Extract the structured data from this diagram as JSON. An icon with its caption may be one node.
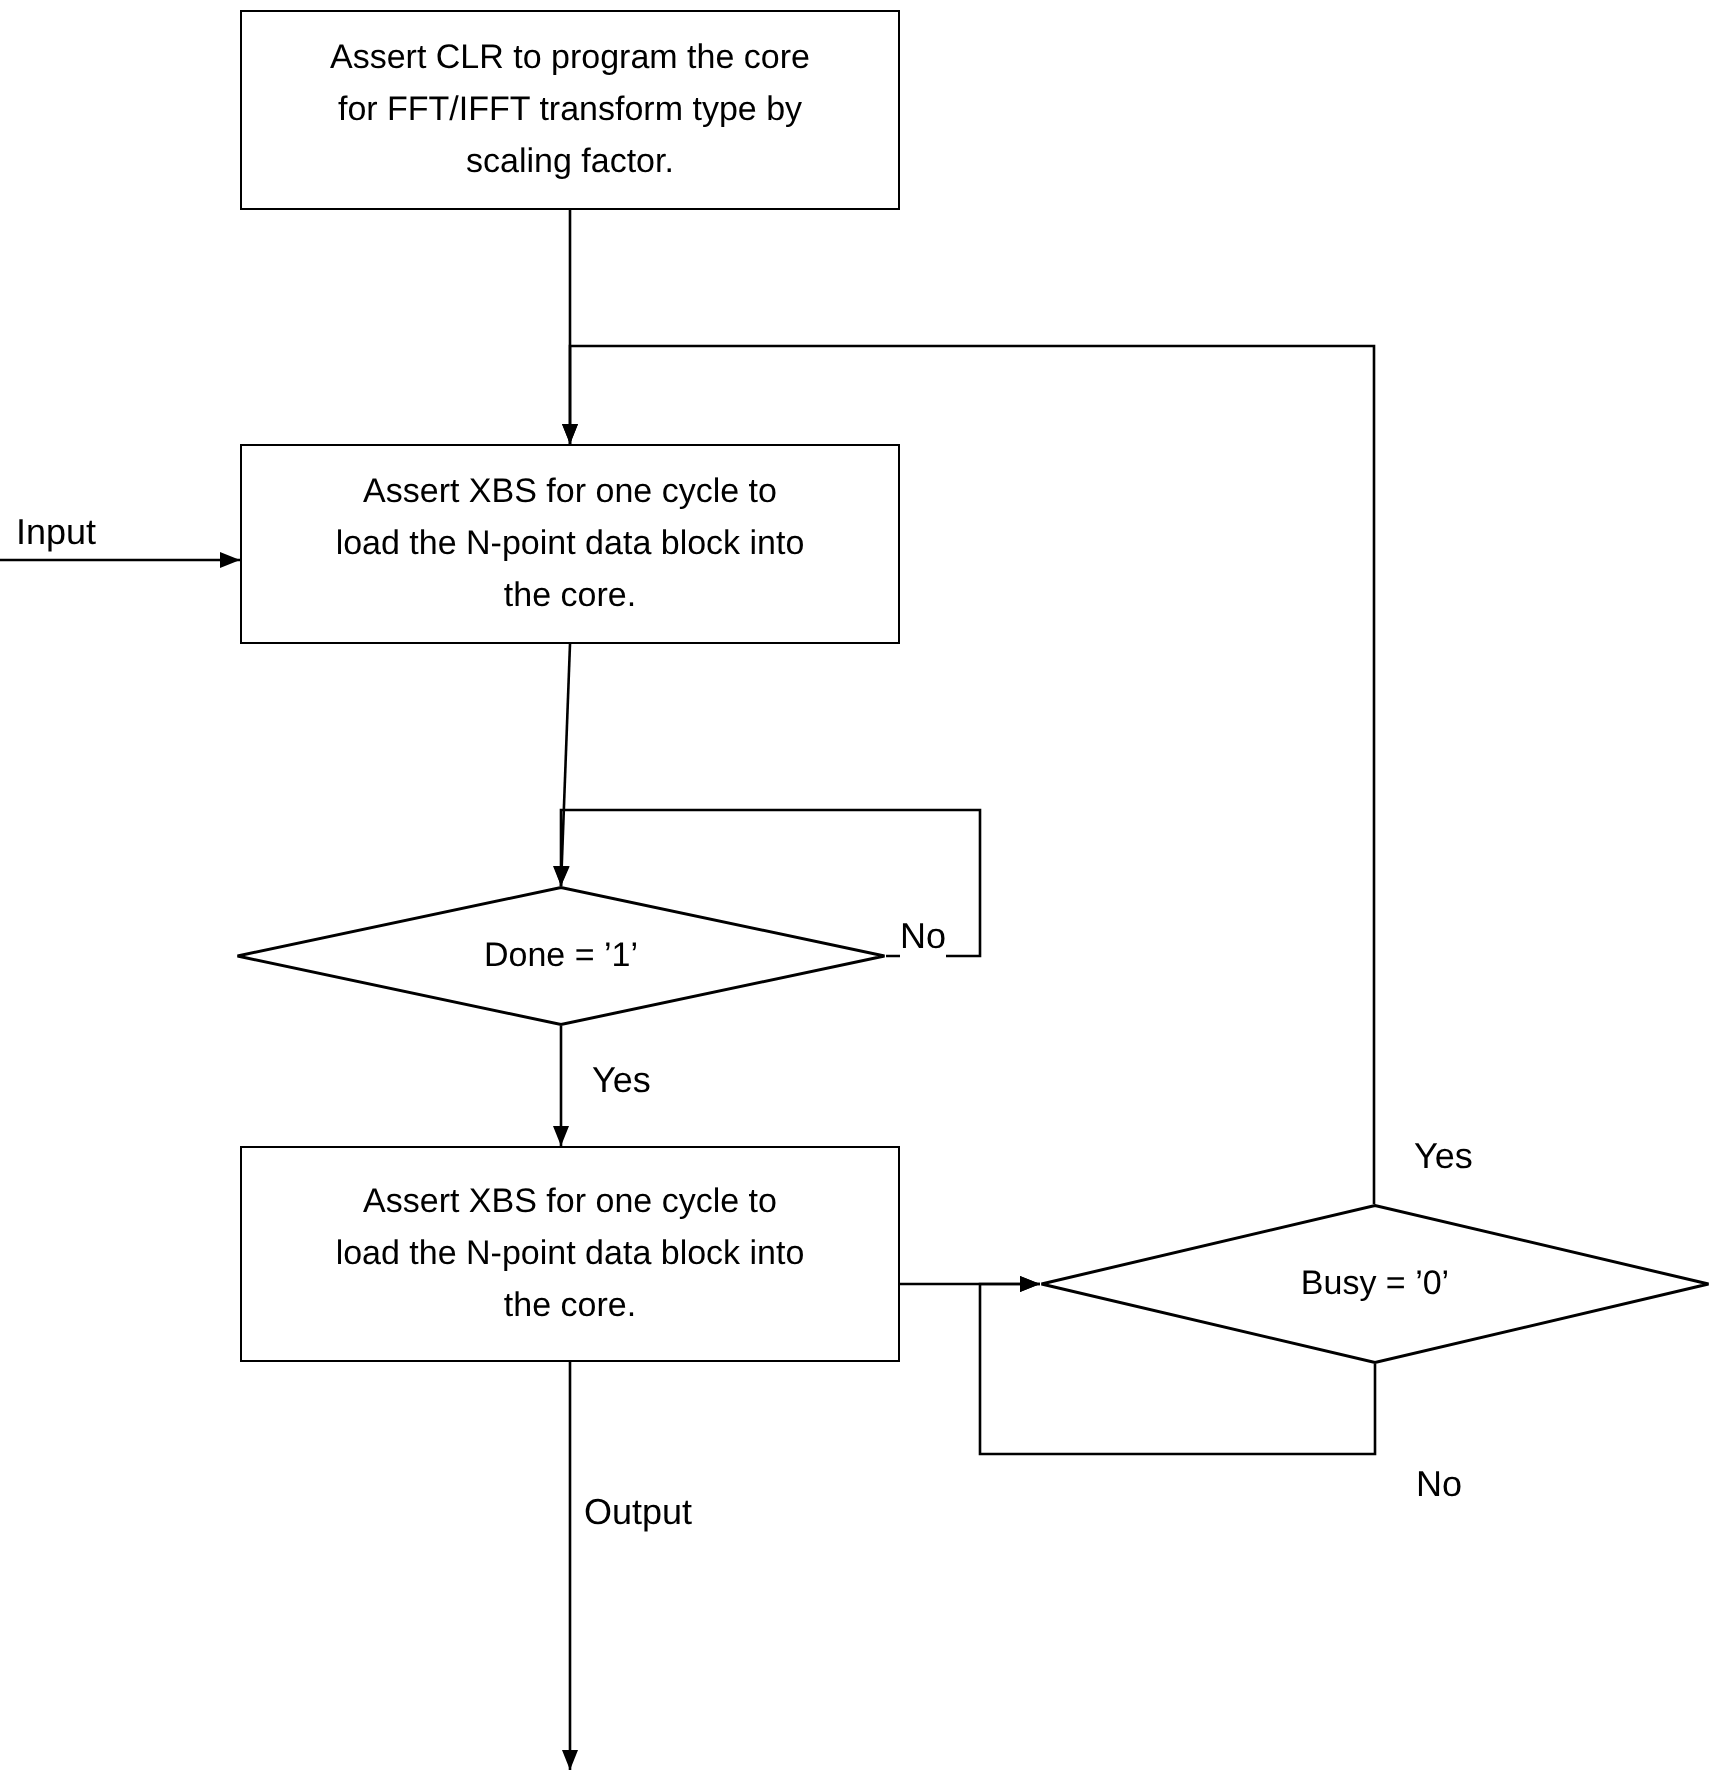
{
  "diagram": {
    "nodes": [
      {
        "text": [
          "Assert CLR to program the core for FFT/IFFT transform type by scaling factor."
        ]
      },
      {
        "text": [
          "Assert XBS for one cycle to load the N-point data block into the core."
        ]
      },
      {
        "text": [
          "Done = ’1’"
        ]
      },
      {
        "text": [
          "Assert XBS for one cycle to load the N-point data block into the core."
        ]
      },
      {
        "text": [
          "Busy = ’0’"
        ]
      }
    ],
    "edges": [
      {
        "from": 0,
        "to": 1,
        "arrow": "to"
      },
      {
        "from": 4,
        "to": 1,
        "arrow": "to",
        "label": "Yes"
      },
      {
        "from": null,
        "to": 1,
        "arrow": "to",
        "label": "Input"
      },
      {
        "from": 1,
        "to": 2,
        "arrow": "to"
      },
      {
        "from": 2,
        "to": 2,
        "arrow": "to",
        "label": "No"
      },
      {
        "from": 2,
        "to": 3,
        "arrow": "to",
        "label": "Yes"
      },
      {
        "from": 3,
        "to": 4,
        "arrow": "to"
      },
      {
        "from": 4,
        "to": 4,
        "arrow": "to",
        "label": "No"
      },
      {
        "from": 3,
        "to": null,
        "arrow": "to",
        "label": "Output"
      }
    ]
  }
}
